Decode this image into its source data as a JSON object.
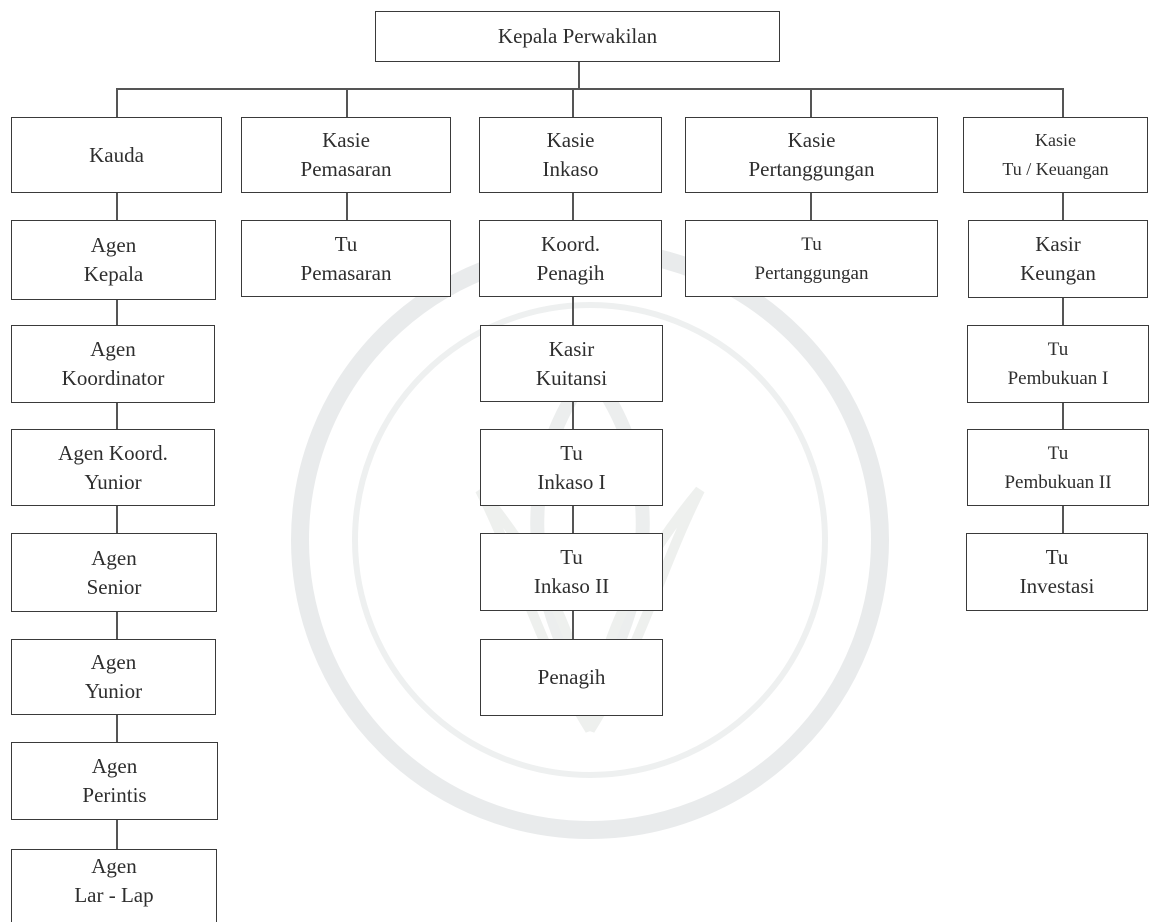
{
  "root": {
    "label": "Kepala Perwakilan"
  },
  "columns": [
    {
      "head": [
        "Kauda"
      ],
      "children": [
        [
          "Agen",
          "Kepala"
        ],
        [
          "Agen",
          "Koordinator"
        ],
        [
          "Agen Koord.",
          "Yunior"
        ],
        [
          "Agen",
          "Senior"
        ],
        [
          "Agen",
          "Yunior"
        ],
        [
          "Agen",
          "Perintis"
        ],
        [
          "Agen",
          "Lar - Lap"
        ]
      ]
    },
    {
      "head": [
        "Kasie",
        "Pemasaran"
      ],
      "children": [
        [
          "Tu",
          "Pemasaran"
        ]
      ]
    },
    {
      "head": [
        "Kasie",
        "Inkaso"
      ],
      "children": [
        [
          "Koord.",
          "Penagih"
        ],
        [
          "Kasir",
          "Kuitansi"
        ],
        [
          "Tu",
          "Inkaso I"
        ],
        [
          "Tu",
          "Inkaso II"
        ],
        [
          "Penagih"
        ]
      ]
    },
    {
      "head": [
        "Kasie",
        "Pertanggungan"
      ],
      "children": [
        [
          "Tu",
          "Pertanggungan"
        ]
      ]
    },
    {
      "head": [
        "Kasie",
        "Tu / Keuangan"
      ],
      "children": [
        [
          "Kasir",
          "Keungan"
        ],
        [
          "Tu",
          "Pembukuan I"
        ],
        [
          "Tu",
          "Pembukuan II"
        ],
        [
          "Tu",
          "Investasi"
        ]
      ]
    }
  ]
}
